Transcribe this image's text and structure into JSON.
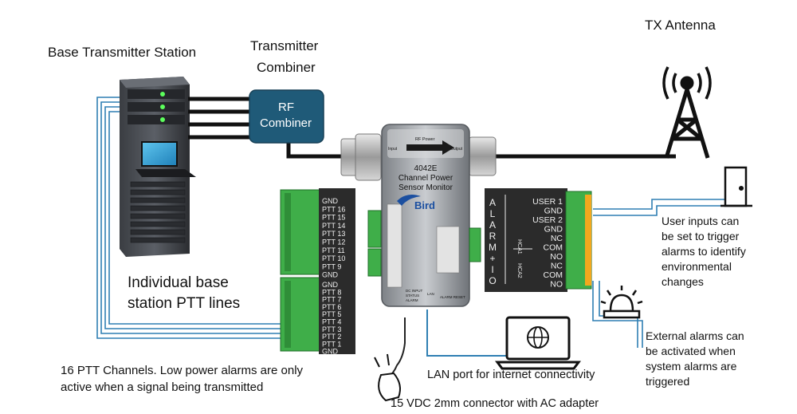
{
  "labels": {
    "bts": "Base Transmitter Station",
    "combiner_title_1": "Transmitter",
    "combiner_title_2": "Combiner",
    "rf_combiner_1": "RF",
    "rf_combiner_2": "Combiner",
    "tx_antenna": "TX Antenna",
    "ptt_lines_1": "Individual base",
    "ptt_lines_2": "station PTT lines",
    "ptt_note_1": "16 PTT Channels. Low power alarms are only",
    "ptt_note_2": "active when a signal being transmitted",
    "lan_port": "LAN port for internet connectivity",
    "power": "15 VDC 2mm connector with AC adapter",
    "user_inputs_1": "User inputs can",
    "user_inputs_2": "be set to trigger",
    "user_inputs_3": "alarms to identify",
    "user_inputs_4": "environmental",
    "user_inputs_5": "changes",
    "ext_alarms_1": "External alarms can",
    "ext_alarms_2": "be activated when",
    "ext_alarms_3": "system alarms are",
    "ext_alarms_4": "triggered"
  },
  "device": {
    "rf_power": "RF Power",
    "input": "Input",
    "output": "Output",
    "model": "4042E",
    "name_1": "Channel Power",
    "name_2": "Sensor Monitor",
    "brand": "Bird",
    "dc_input": "DC INPUT",
    "status": "STATUS",
    "alarm": "ALARM",
    "lan": "LAN",
    "alarm_reset": "ALARM RESET"
  },
  "ptt_block_top": [
    "GND",
    "PTT 16",
    "PTT 15",
    "PTT 14",
    "PTT 13",
    "PTT 12",
    "PTT 11",
    "PTT 10",
    "PTT 9",
    "GND"
  ],
  "ptt_block_bottom": [
    "GND",
    "PTT 8",
    "PTT 7",
    "PTT 6",
    "PTT 5",
    "PTT 4",
    "PTT 3",
    "PTT 2",
    "PTT 1",
    "GND"
  ],
  "alarm_block": {
    "vertical_text": [
      "A",
      "L",
      "A",
      "R",
      "M",
      "+",
      "I",
      "O"
    ],
    "rows": [
      "USER 1",
      "GND",
      "USER 2",
      "GND",
      "NC",
      "COM",
      "NO",
      "NC",
      "COM",
      "NO"
    ],
    "relay_1": "HCA1",
    "relay_2": "HCA2"
  },
  "colors": {
    "combiner_fill": "#1f5a78",
    "wire_blue": "#2f7fb3",
    "terminal_green": "#3fae49",
    "cable_black": "#111111",
    "terminal_label_bg": "#2b2b2b"
  }
}
